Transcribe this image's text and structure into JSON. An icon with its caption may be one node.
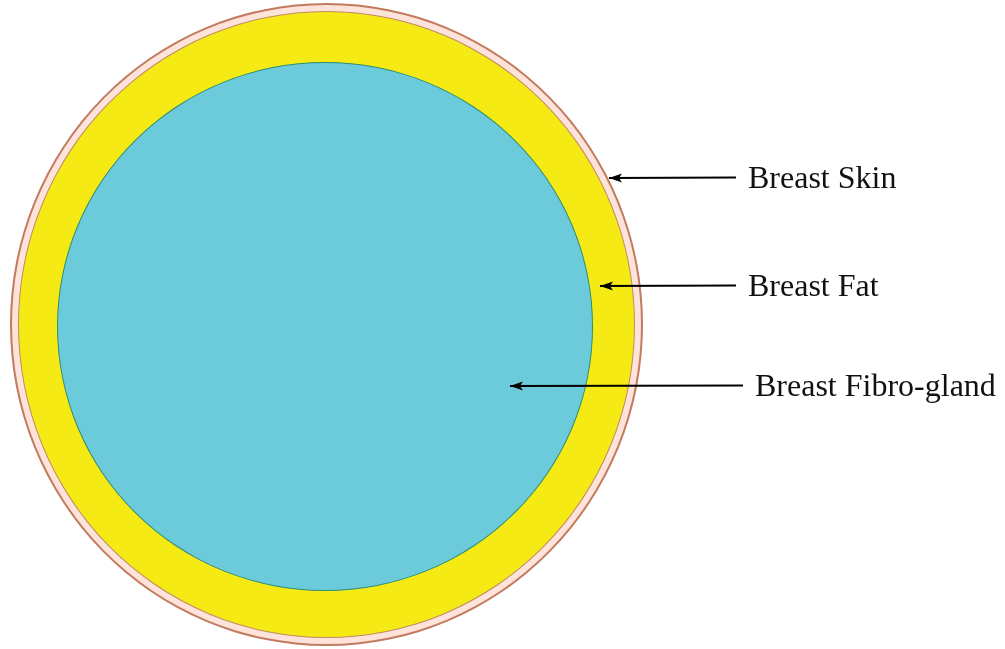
{
  "diagram": {
    "nodes": [
      {
        "text": [],
        "shape": "circle"
      },
      {
        "text": [],
        "shape": "circle",
        "in": 0
      },
      {
        "text": [],
        "shape": "circle",
        "in": 1
      },
      {
        "text": [
          "Breast Skin"
        ]
      },
      {
        "text": [
          "Breast Fat"
        ]
      },
      {
        "text": [
          "Breast Fibro-gland"
        ]
      }
    ],
    "edges": [
      {
        "from": 3,
        "to": 0,
        "arrow": "to"
      },
      {
        "from": 4,
        "to": 1,
        "arrow": "to"
      },
      {
        "from": 5,
        "to": 2,
        "arrow": "to"
      }
    ]
  }
}
